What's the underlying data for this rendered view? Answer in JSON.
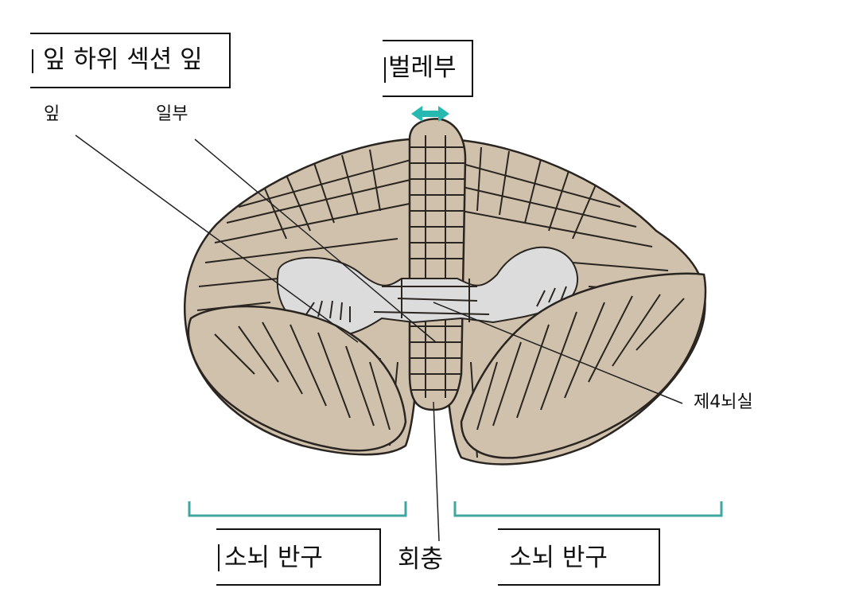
{
  "labels": {
    "section_title": "잎 하위 섹션 잎",
    "folium": "잎",
    "part": "일부",
    "vermis_top": "벌레부",
    "fourth_ventricle": "제4뇌실",
    "hemisphere_left": "소뇌 반구",
    "vermis_bottom": "회충",
    "hemisphere_right": "소뇌 반구"
  },
  "colors": {
    "tissue": "#cfc1ac",
    "tissue_line": "#2a2520",
    "ventricle": "#dcdcdc",
    "bracket": "#3fa7a0",
    "arrow": "#27b8b0",
    "leader": "#222222"
  }
}
